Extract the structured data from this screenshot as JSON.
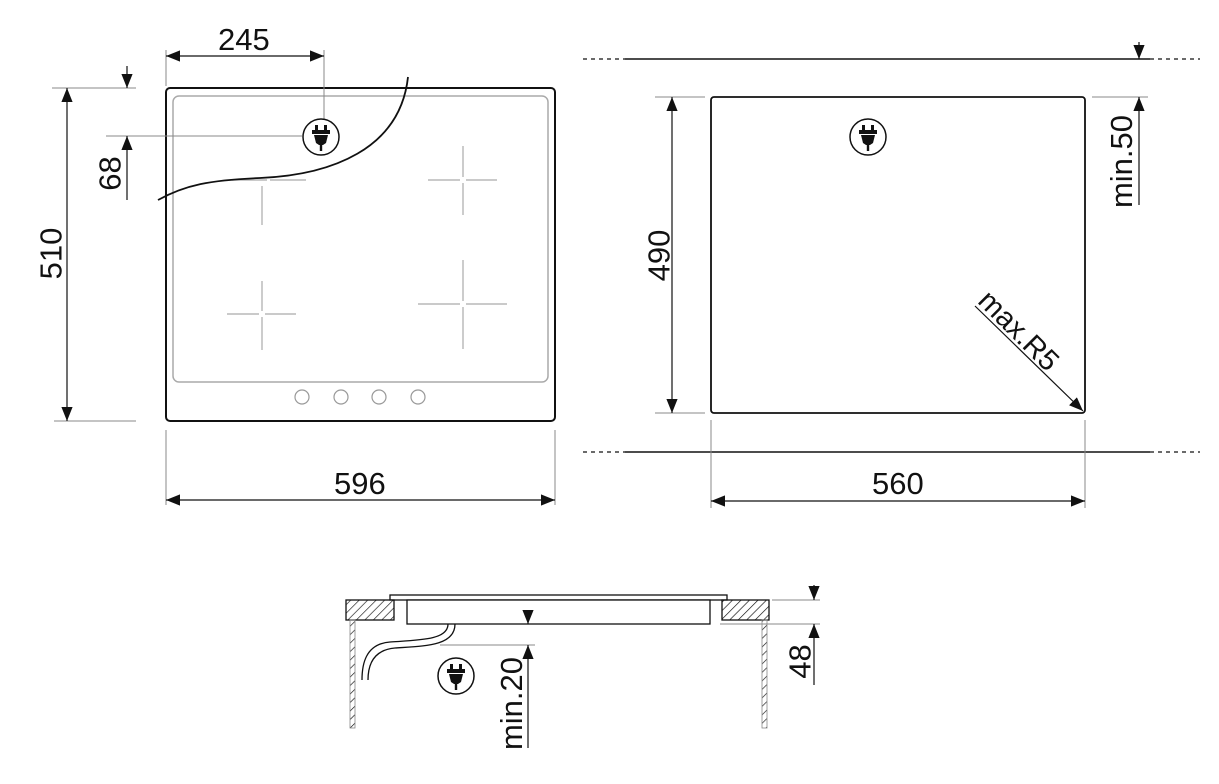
{
  "diagram": {
    "type": "hob installation dimensions",
    "top_view": {
      "width_label": "596",
      "depth_label": "510",
      "plug_offset_x_label": "245",
      "plug_offset_y_label": "68",
      "controls_count": 4,
      "burners_count": 4
    },
    "cutout_view": {
      "width_label": "560",
      "depth_label": "490",
      "rear_clearance_label": "min.50",
      "corner_radius_label": "max.R5"
    },
    "side_view": {
      "height_label": "48",
      "clearance_below_label": "min.20"
    },
    "icons": {
      "plug": "power-plug-icon"
    },
    "colors": {
      "line": "#111111",
      "guide": "#888888",
      "burner": "#aaaaaa",
      "background": "#ffffff"
    }
  }
}
